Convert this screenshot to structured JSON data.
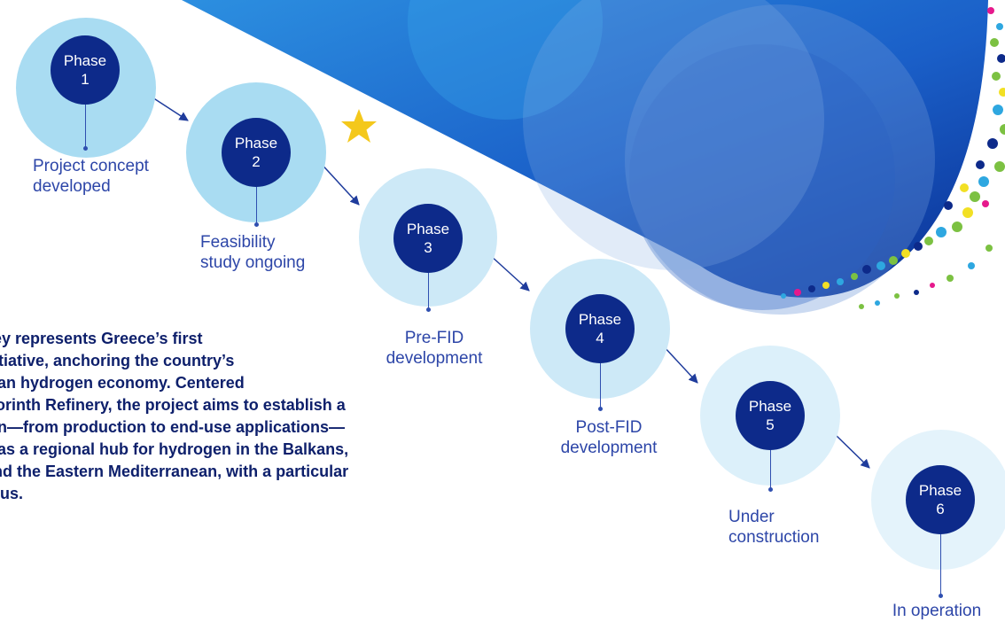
{
  "colors": {
    "core": "#0d2a8a",
    "halo": "#a9dcf2",
    "halo_light": "#cde9f7",
    "label": "#2d46a8",
    "arrow": "#1f3c9c",
    "star": "#f4c81c",
    "banner_dark": "#0b3a9e",
    "banner_light": "#1f6dd6"
  },
  "phases": [
    {
      "word": "Phase",
      "number": "1",
      "status": "Project concept\ndeveloped"
    },
    {
      "word": "Phase",
      "number": "2",
      "status": "Feasibility\nstudy ongoing",
      "current": true
    },
    {
      "word": "Phase",
      "number": "3",
      "status": "Pre-FID\ndevelopment"
    },
    {
      "word": "Phase",
      "number": "4",
      "status": "Post-FID\ndevelopment"
    },
    {
      "word": "Phase",
      "number": "5",
      "status": "Under\nconstruction"
    },
    {
      "word": "Phase",
      "number": "6",
      "status": "In operation"
    }
  ],
  "current_marker_icon": "star-icon",
  "description": "lley represents Greece’s first\nnitiative, anchoring the country’s\nlean hydrogen economy. Centered\nCorinth Refinery, the project aims to establish a\nain—from production to end-use applications—\ne as a regional hub for hydrogen in the Balkans,\nand the Eastern Mediterranean, with a particular\nprus."
}
